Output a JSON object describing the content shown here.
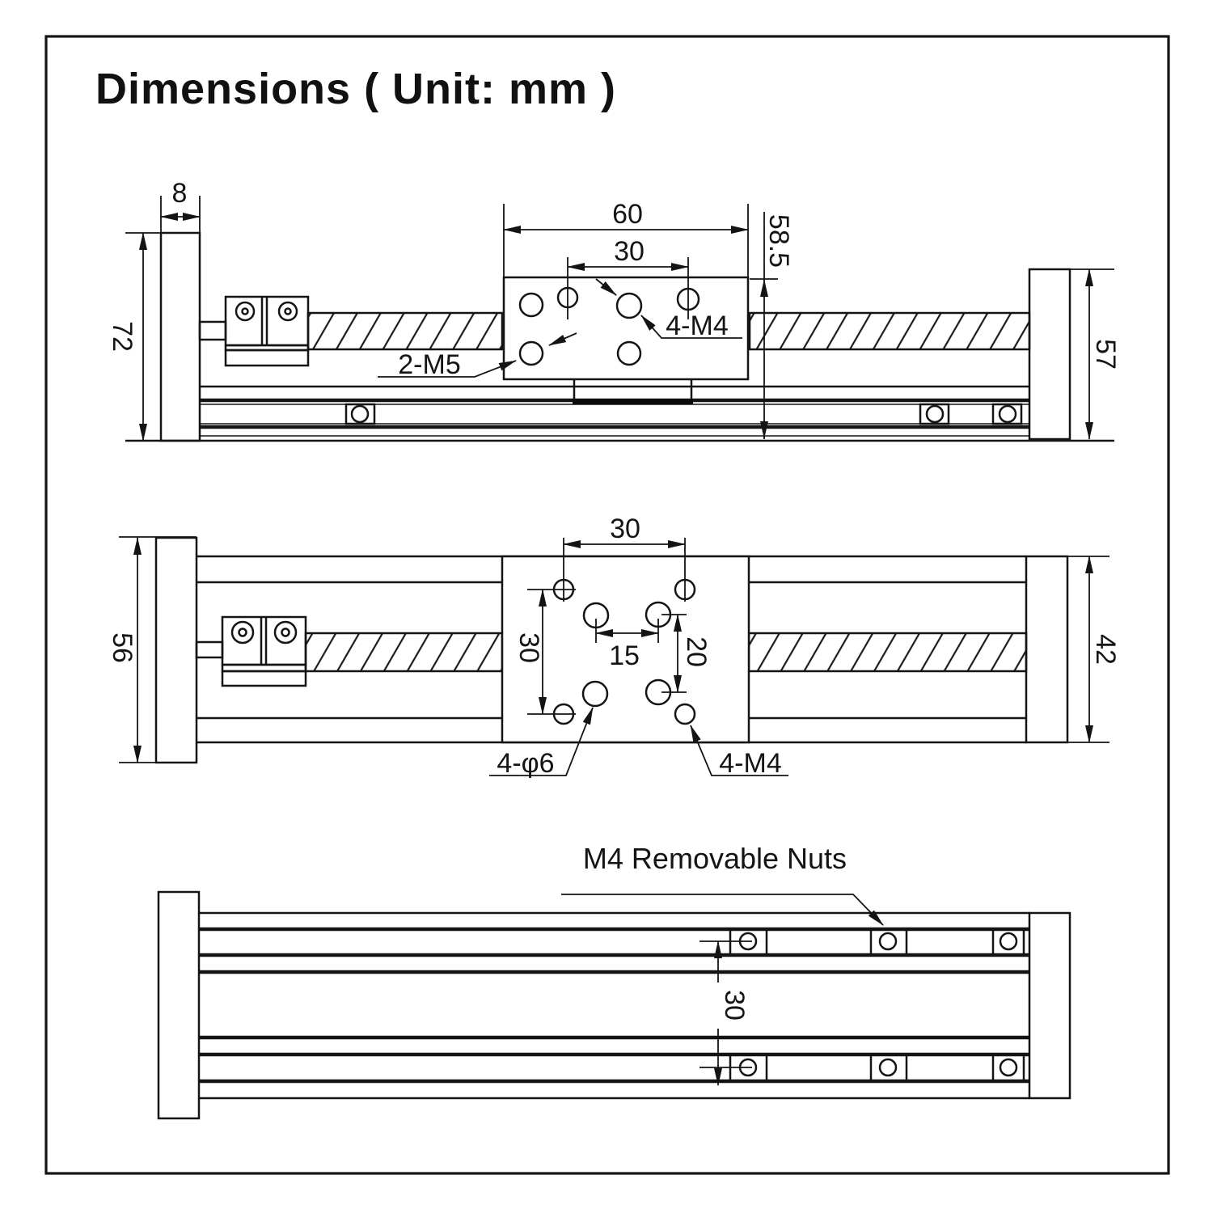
{
  "title": "Dimensions ( Unit: mm )",
  "side_view": {
    "plate_thickness": "8",
    "total_height": "72",
    "carriage_length": "60",
    "hole_pitch": "30",
    "table_height": "58.5",
    "end_block_height": "57",
    "m5_holes_label": "2-M5",
    "m4_holes_label": "4-M4"
  },
  "plan_view": {
    "end_plate_width": "56",
    "corner_hole_pitch_x": "30",
    "corner_hole_pitch_y": "30",
    "inner_hole_pitch_x": "15",
    "inner_hole_pitch_y": "20",
    "body_width": "42",
    "through_holes_label": "4-φ6",
    "threaded_holes_label": "4-M4"
  },
  "bottom_view": {
    "nuts_label": "M4 Removable Nuts",
    "slot_pitch": "30"
  }
}
